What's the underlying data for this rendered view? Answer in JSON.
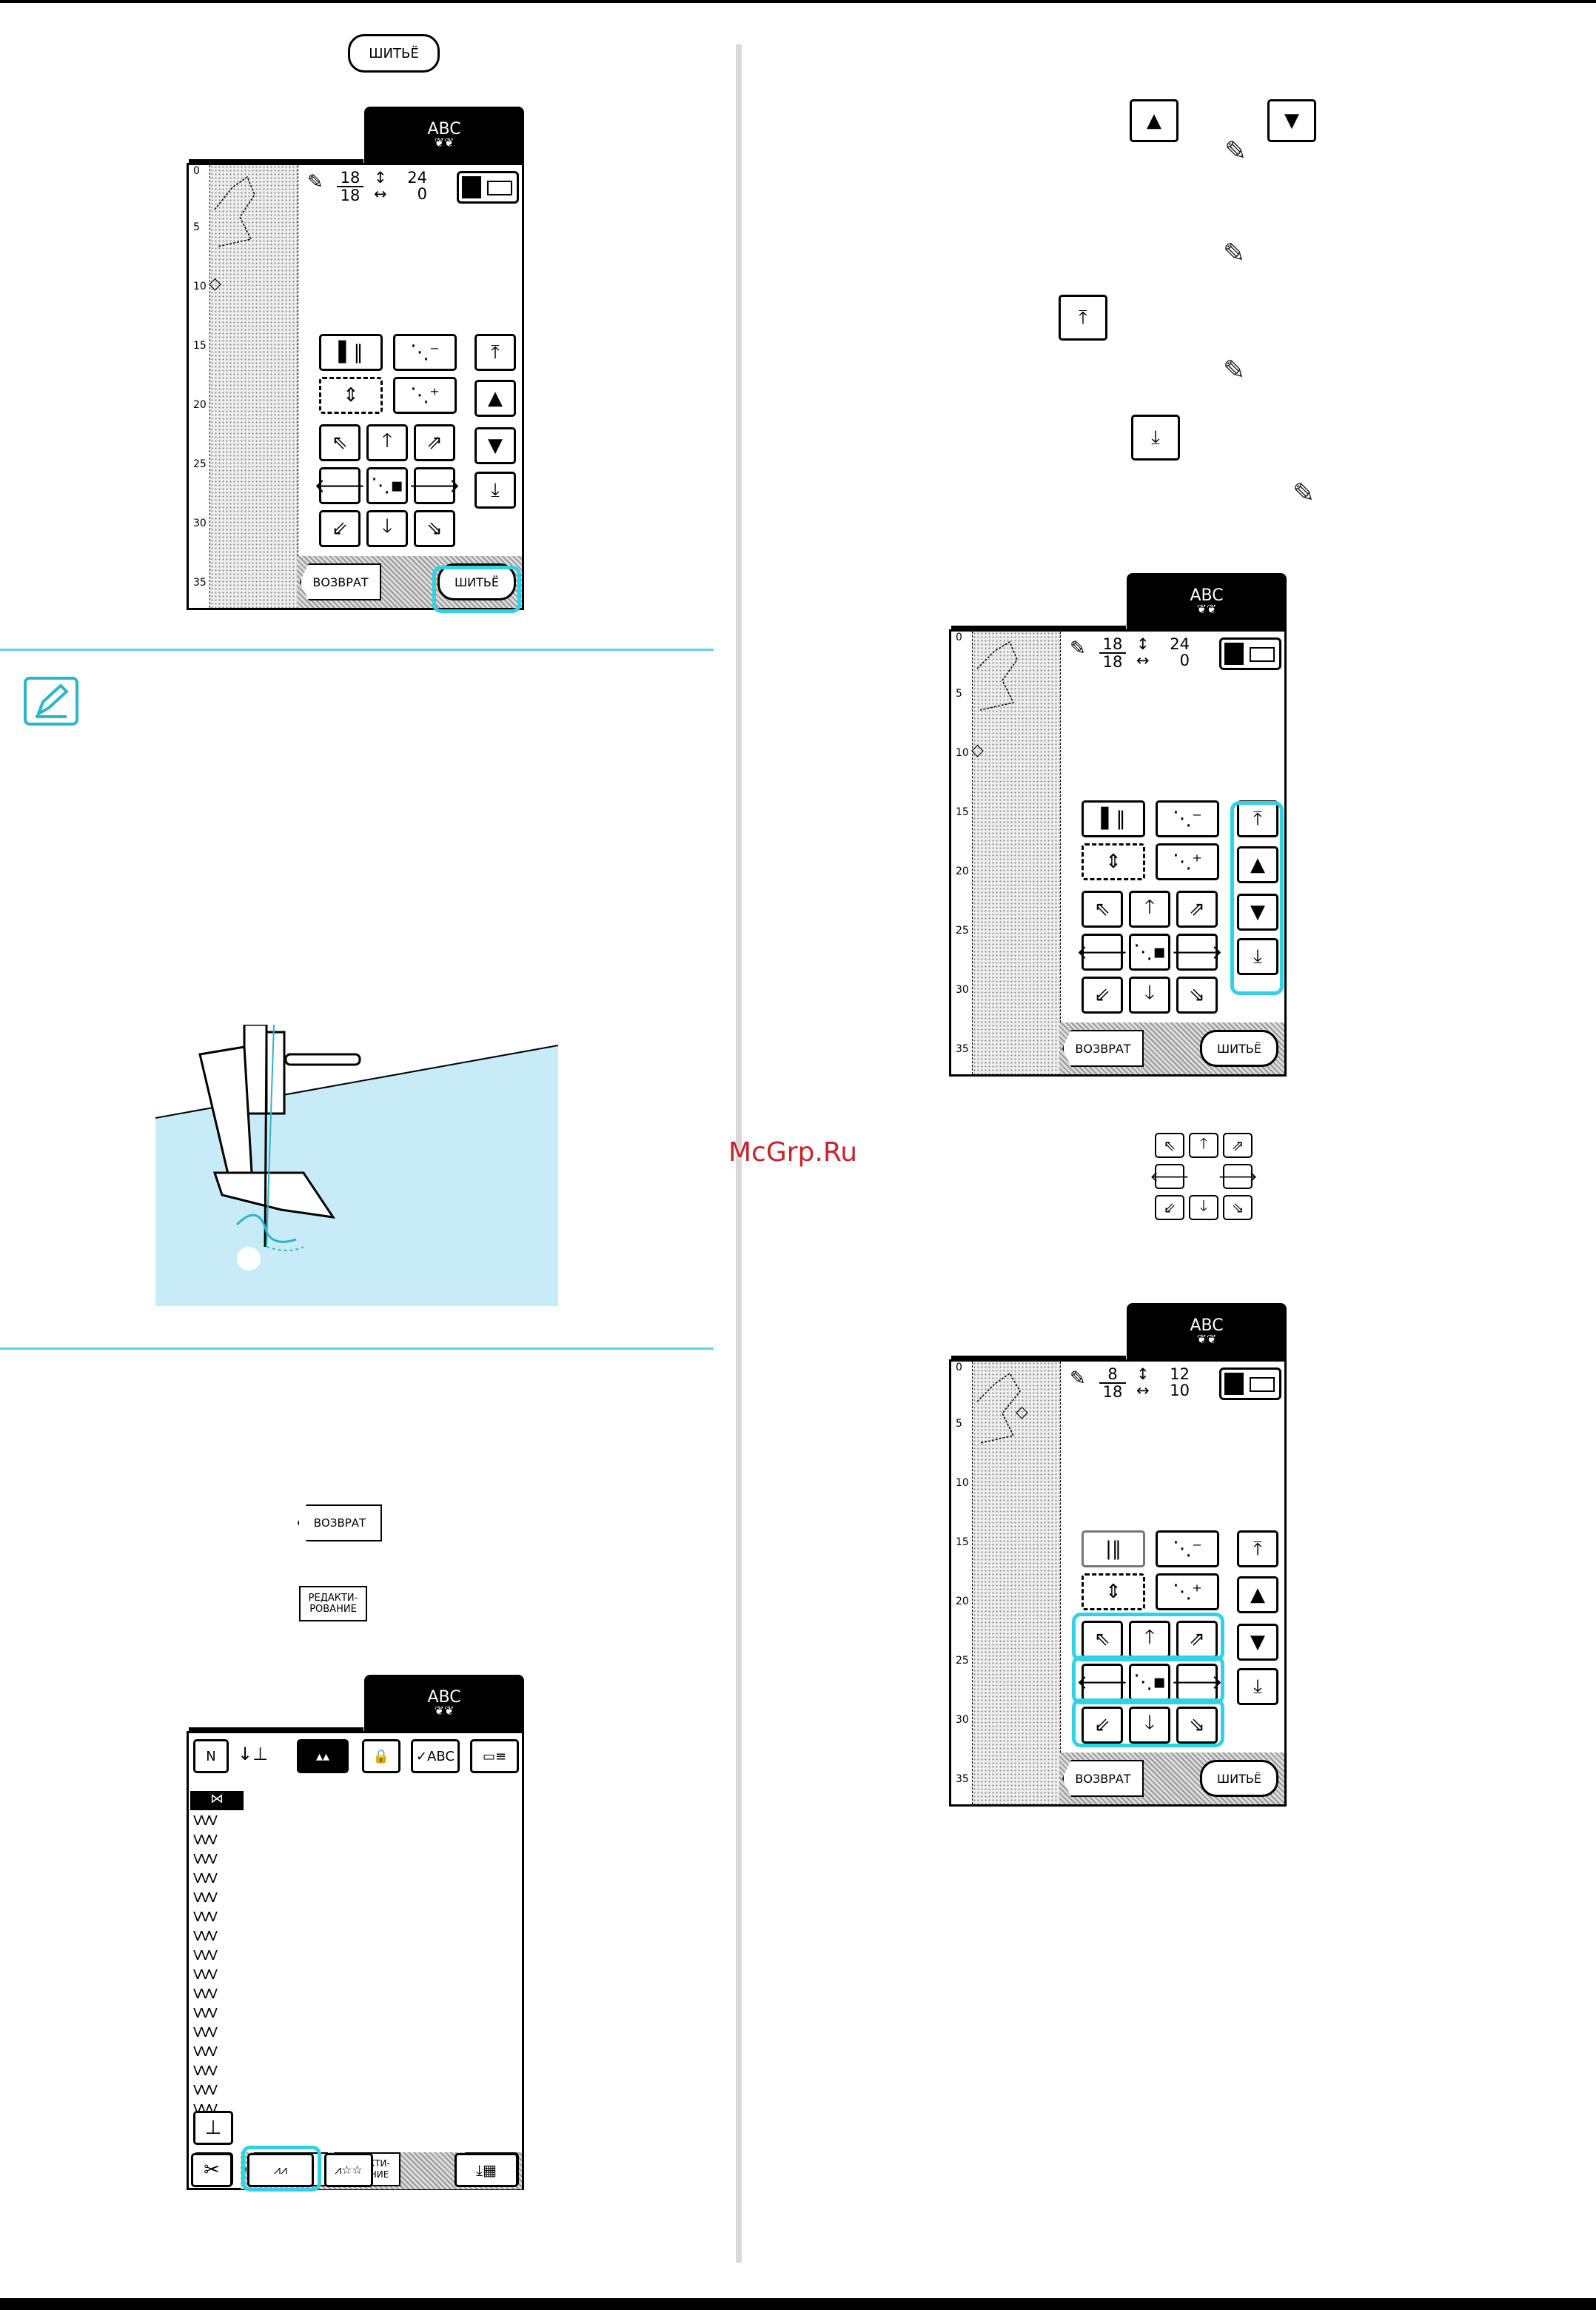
{
  "labels": {
    "sew": "ШИТЬЁ",
    "back": "ВОЗВРАТ",
    "edit_line1": "РЕДАКТИ-",
    "edit_line2": "РОВАНИЕ",
    "abc": "ABC",
    "watermark": "McGrp.Ru"
  },
  "ruler": [
    "0",
    "5",
    "10",
    "15",
    "20",
    "25",
    "30",
    "35"
  ],
  "screen1": {
    "frac_top": "18",
    "frac_bottom": "18",
    "length": "24",
    "width": "0"
  },
  "screen2": {
    "frac_top": "18",
    "frac_bottom": "18",
    "length": "24",
    "width": "0"
  },
  "screen3": {
    "frac_top": "8",
    "frac_bottom": "18",
    "length": "12",
    "width": "10"
  },
  "icons": [
    "pencil-icon",
    "memo-icon",
    "up-arrow-icon",
    "down-arrow-icon",
    "top-arrow-icon",
    "bottom-arrow-icon",
    "scissors-icon"
  ],
  "colors": {
    "highlight": "#2fd3e5",
    "fabric_illustration": "#c8ecf7",
    "watermark": "#c8232c"
  }
}
